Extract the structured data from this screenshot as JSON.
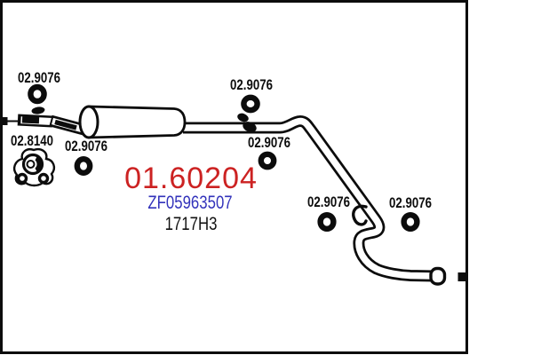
{
  "diagram": {
    "type": "exhaust-system-parts-diagram",
    "ink_color": "#0c0c0c",
    "background_color": "#ffffff",
    "main_part_number": "01.60204",
    "main_part_number_color": "#cc2222",
    "oe_reference": "ZF05963507",
    "oe_reference_color": "#3333bb",
    "secondary_reference": "1717H3",
    "callouts": [
      {
        "part": "02.9076",
        "icon": "gasket-ring-icon"
      },
      {
        "part": "02.8140",
        "icon": "flange-gasket-icon"
      },
      {
        "part": "02.9076",
        "icon": "gasket-ring-icon"
      },
      {
        "part": "02.9076",
        "icon": "gasket-ring-icon"
      },
      {
        "part": "02.9076",
        "icon": "gasket-ring-icon"
      },
      {
        "part": "02.9076",
        "icon": "gasket-ring-icon"
      },
      {
        "part": "02.9076",
        "icon": "gasket-ring-icon"
      }
    ]
  }
}
